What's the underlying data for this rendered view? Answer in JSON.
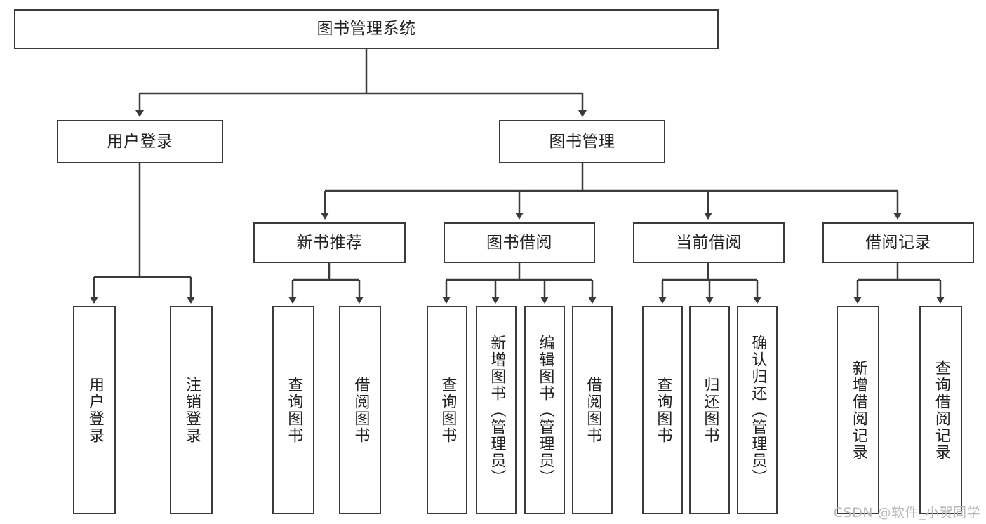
{
  "diagram": {
    "title": "图书管理系统",
    "type": "hierarchy-tree",
    "root": {
      "label": "图书管理系统"
    },
    "level2": [
      {
        "label": "用户登录"
      },
      {
        "label": "图书管理"
      }
    ],
    "level3": [
      {
        "label": "新书推荐"
      },
      {
        "label": "图书借阅"
      },
      {
        "label": "当前借阅"
      },
      {
        "label": "借阅记录"
      }
    ],
    "leaves": {
      "user_login": [
        {
          "label": "用户登录"
        },
        {
          "label": "注销登录"
        }
      ],
      "new_book_recommend": [
        {
          "label": "查询图书"
        },
        {
          "label": "借阅图书"
        }
      ],
      "book_borrow": [
        {
          "label": "查询图书"
        },
        {
          "label": "新增图书（管理员）"
        },
        {
          "label": "编辑图书（管理员）"
        },
        {
          "label": "借阅图书"
        }
      ],
      "current_borrow": [
        {
          "label": "查询图书"
        },
        {
          "label": "归还图书"
        },
        {
          "label": "确认归还（管理员）"
        }
      ],
      "borrow_record": [
        {
          "label": "新增借阅记录"
        },
        {
          "label": "查询借阅记录"
        }
      ]
    }
  },
  "watermark": {
    "text": "CSDN @软件_小贺同学"
  },
  "colors": {
    "stroke": "#3b3b3b",
    "text": "#222222",
    "background": "#ffffff",
    "watermark": "#b9b9b9"
  }
}
